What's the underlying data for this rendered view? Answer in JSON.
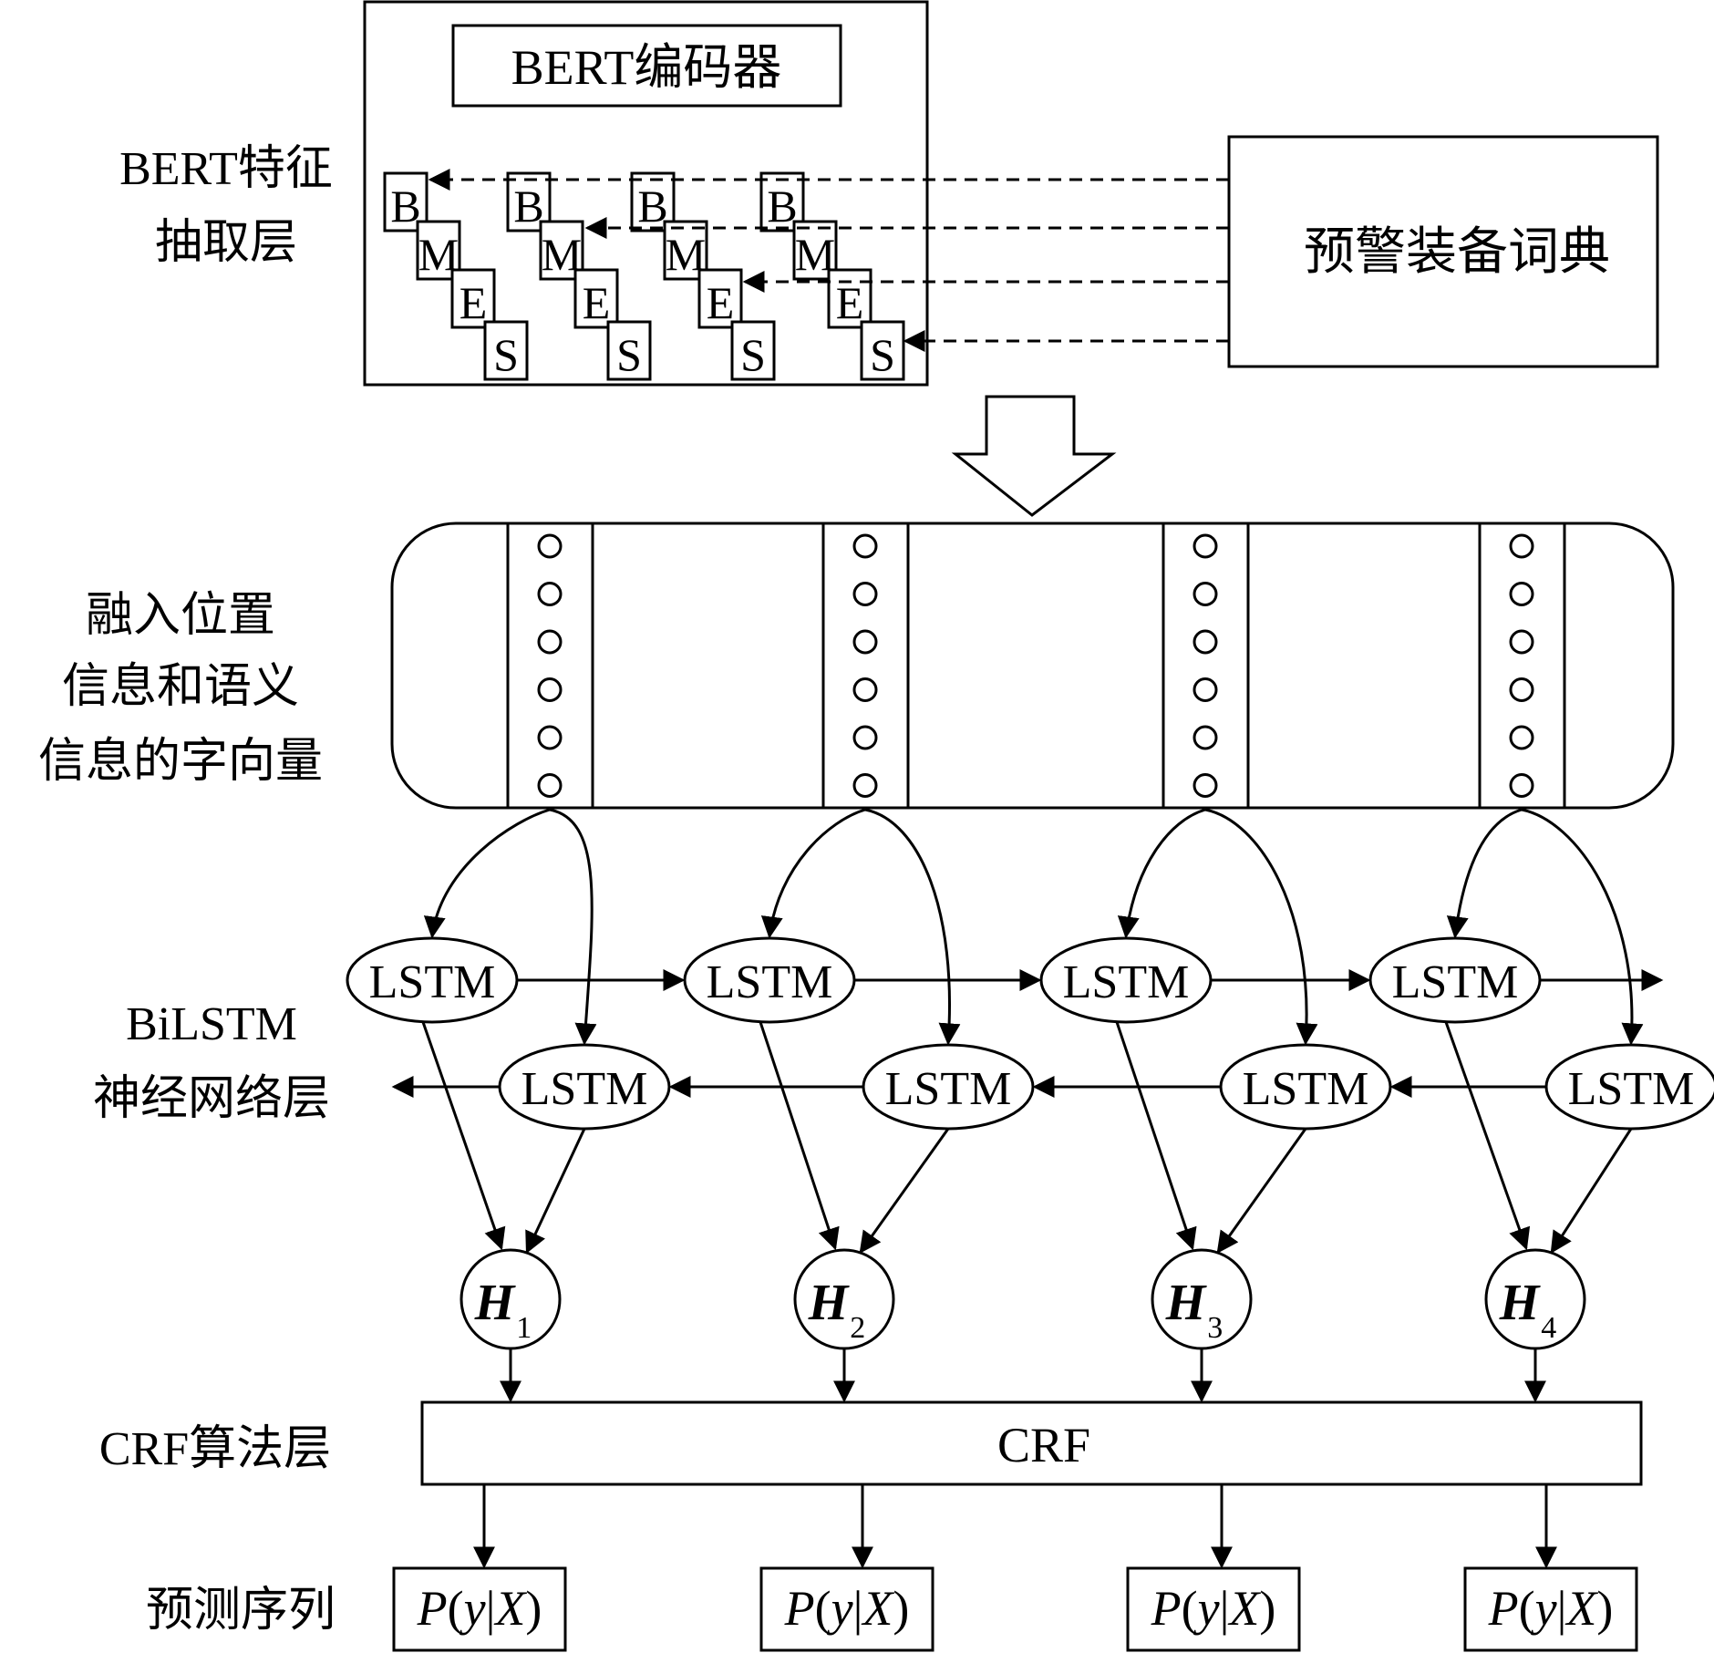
{
  "bert": {
    "encoder_label": "BERT编码器",
    "layer_label_line1": "BERT特征",
    "layer_label_line2": "抽取层",
    "tags": [
      "B",
      "M",
      "E",
      "S"
    ]
  },
  "dictionary": {
    "label": "预警装备词典"
  },
  "embedding": {
    "label_line1": "融入位置",
    "label_line2": "信息和语义",
    "label_line3": "信息的字向量"
  },
  "bilstm": {
    "label_line1": "BiLSTM",
    "label_line2": "神经网络层",
    "cell_label": "LSTM"
  },
  "hidden": {
    "symbol": "H",
    "subscripts": [
      "1",
      "2",
      "3",
      "4"
    ]
  },
  "crf": {
    "layer_label": "CRF算法层",
    "box_label": "CRF"
  },
  "prediction": {
    "layer_label": "预测序列",
    "output_label": "P(y|X)",
    "output_P": "P",
    "output_open": "(",
    "output_y": "y",
    "output_bar": "|",
    "output_X": "X",
    "output_close": ")"
  },
  "colors": {
    "stroke": "#000000",
    "background": "#ffffff"
  },
  "icons": [
    "down-block-arrow-icon"
  ]
}
